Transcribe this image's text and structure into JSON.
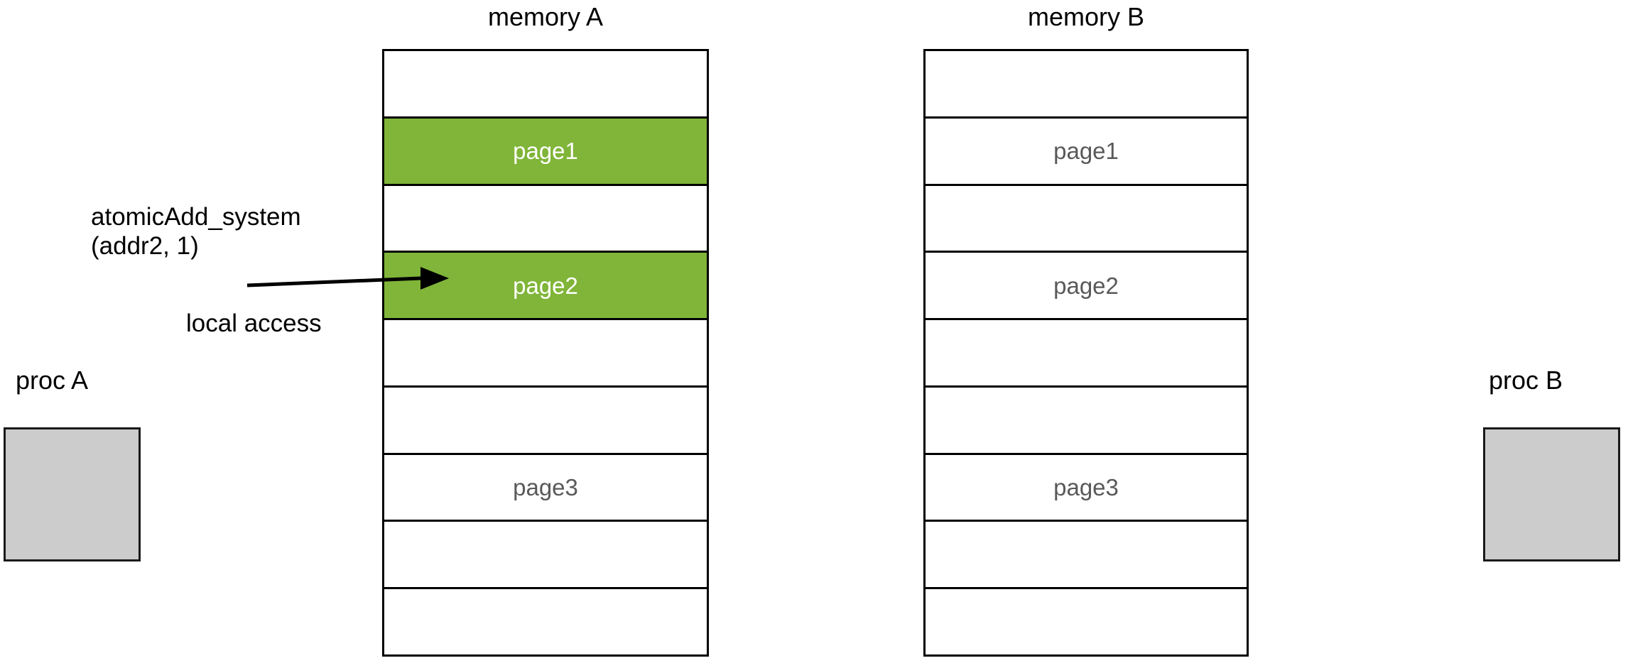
{
  "diagram": {
    "title_hidden": "",
    "colors": {
      "page_highlight": "#80b539",
      "proc_fill": "#cccccc",
      "stroke": "#000000",
      "label_gray": "#595959"
    }
  },
  "memory_a": {
    "title": "memory A",
    "rows": [
      {
        "label": "",
        "filled": false
      },
      {
        "label": "page1",
        "filled": true
      },
      {
        "label": "",
        "filled": false
      },
      {
        "label": "page2",
        "filled": true
      },
      {
        "label": "",
        "filled": false
      },
      {
        "label": "",
        "filled": false
      },
      {
        "label": "page3",
        "filled": false
      },
      {
        "label": "",
        "filled": false
      },
      {
        "label": "",
        "filled": false
      }
    ]
  },
  "memory_b": {
    "title": "memory B",
    "rows": [
      {
        "label": "",
        "filled": false
      },
      {
        "label": "page1",
        "filled": false
      },
      {
        "label": "",
        "filled": false
      },
      {
        "label": "page2",
        "filled": false
      },
      {
        "label": "",
        "filled": false
      },
      {
        "label": "",
        "filled": false
      },
      {
        "label": "page3",
        "filled": false
      },
      {
        "label": "",
        "filled": false
      },
      {
        "label": "",
        "filled": false
      }
    ]
  },
  "processors": {
    "proc_a_label": "proc A",
    "proc_b_label": "proc B"
  },
  "annotations": {
    "atomic_call": "atomicAdd_system\n(addr2, 1)",
    "access_type": "local access"
  }
}
